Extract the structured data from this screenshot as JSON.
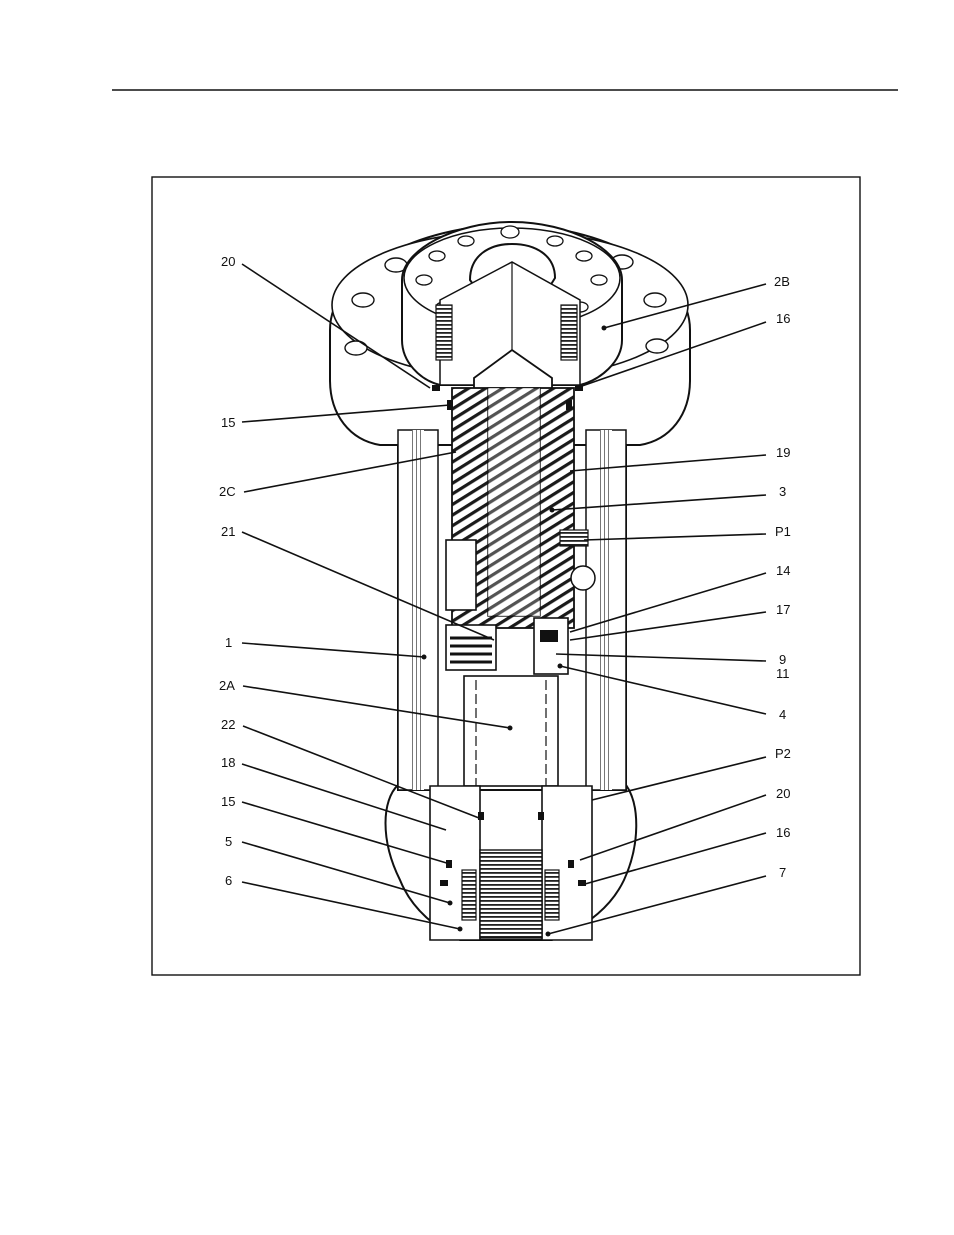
{
  "figure": {
    "callouts": [
      {
        "id": "20-top",
        "label": "20"
      },
      {
        "id": "15-top",
        "label": "15"
      },
      {
        "id": "2c",
        "label": "2C"
      },
      {
        "id": "21",
        "label": "21"
      },
      {
        "id": "1",
        "label": "1"
      },
      {
        "id": "2a",
        "label": "2A"
      },
      {
        "id": "22",
        "label": "22"
      },
      {
        "id": "18",
        "label": "18"
      },
      {
        "id": "15-bot",
        "label": "15"
      },
      {
        "id": "5",
        "label": "5"
      },
      {
        "id": "6",
        "label": "6"
      },
      {
        "id": "2b",
        "label": "2B"
      },
      {
        "id": "16-top",
        "label": "16"
      },
      {
        "id": "19",
        "label": "19"
      },
      {
        "id": "3",
        "label": "3"
      },
      {
        "id": "p1",
        "label": "P1"
      },
      {
        "id": "14",
        "label": "14"
      },
      {
        "id": "17",
        "label": "17"
      },
      {
        "id": "9",
        "label": "9"
      },
      {
        "id": "11",
        "label": "11"
      },
      {
        "id": "4",
        "label": "4"
      },
      {
        "id": "p2",
        "label": "P2"
      },
      {
        "id": "20-bot",
        "label": "20"
      },
      {
        "id": "16-bot",
        "label": "16"
      },
      {
        "id": "7",
        "label": "7"
      }
    ]
  }
}
